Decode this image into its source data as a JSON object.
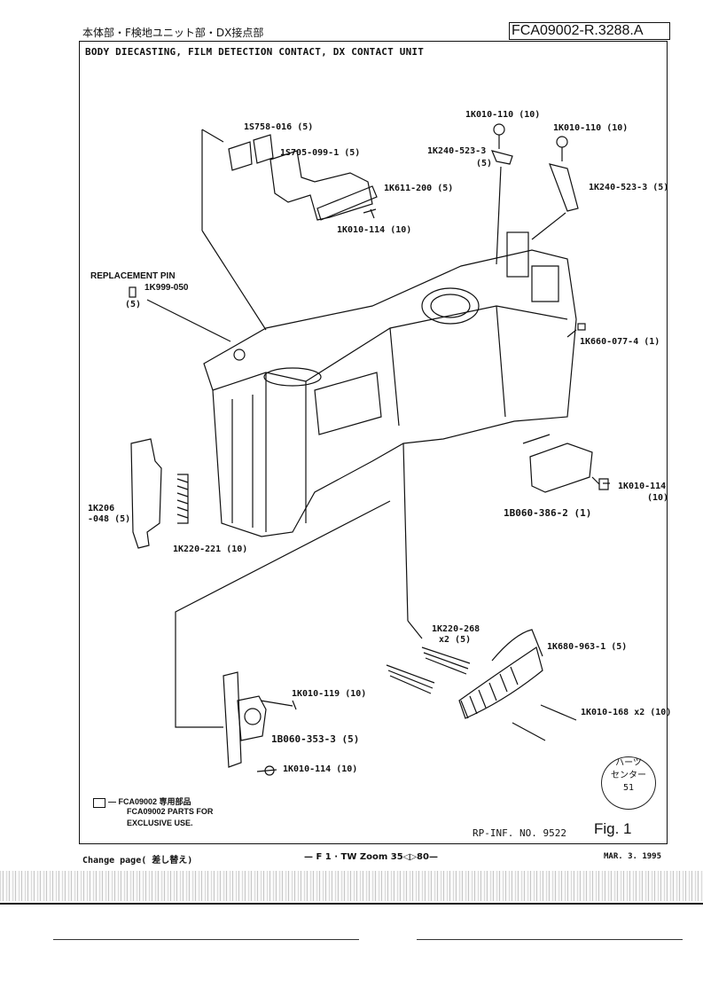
{
  "header": {
    "japanese_title": "本体部・F検地ユニット部・DX接点部",
    "doc_number": "FCA09002-R.3288.A"
  },
  "subtitle": "BODY DIECASTING, FILM DETECTION CONTACT, DX CONTACT UNIT",
  "labels": {
    "p1": "1S758-016 (5)",
    "p2": "1S705-099-1 (5)",
    "p3": "1K611-200 (5)",
    "p4": "1K010-114 (10)",
    "p5": "1K010-110 (10)",
    "p6": "1K240-523-3",
    "p6q": "(5)",
    "p7": "1K010-110 (10)",
    "p8": "1K240-523-3 (5)",
    "rep_title": "REPLACEMENT PIN",
    "rep_pin": "1K999-050",
    "rep_qty": "(5)",
    "p9": "1K660-077-4 (1)",
    "p10a": "1K206",
    "p10b": "-048 (5)",
    "p11": "1K220-221 (10)",
    "p12": "1K010-114",
    "p12q": "(10)",
    "p13": "1B060-386-2 (1)",
    "p14a": "1K220-268",
    "p14b": "x2 (5)",
    "p15": "1K680-963-1 (5)",
    "p16": "1K010-119 (10)",
    "p17": "1K010-168 x2 (10)",
    "p18": "1B060-353-3 (5)",
    "p19": "1K010-114 (10)"
  },
  "legend": {
    "line1": "— FCA09002 専用部品",
    "line2": "FCA09002 PARTS FOR",
    "line3": "EXCLUSIVE USE."
  },
  "rp_inf": "RP-INF. NO. 9522",
  "fig": "Fig. 1",
  "stamp": {
    "l1": "ハーツ",
    "l2": "センター",
    "l3": "51"
  },
  "footer": {
    "change": "Change page( 差し替え)",
    "center": "— F 1 · TW Zoom 35◁▷80—",
    "date": "MAR. 3. 1995"
  }
}
